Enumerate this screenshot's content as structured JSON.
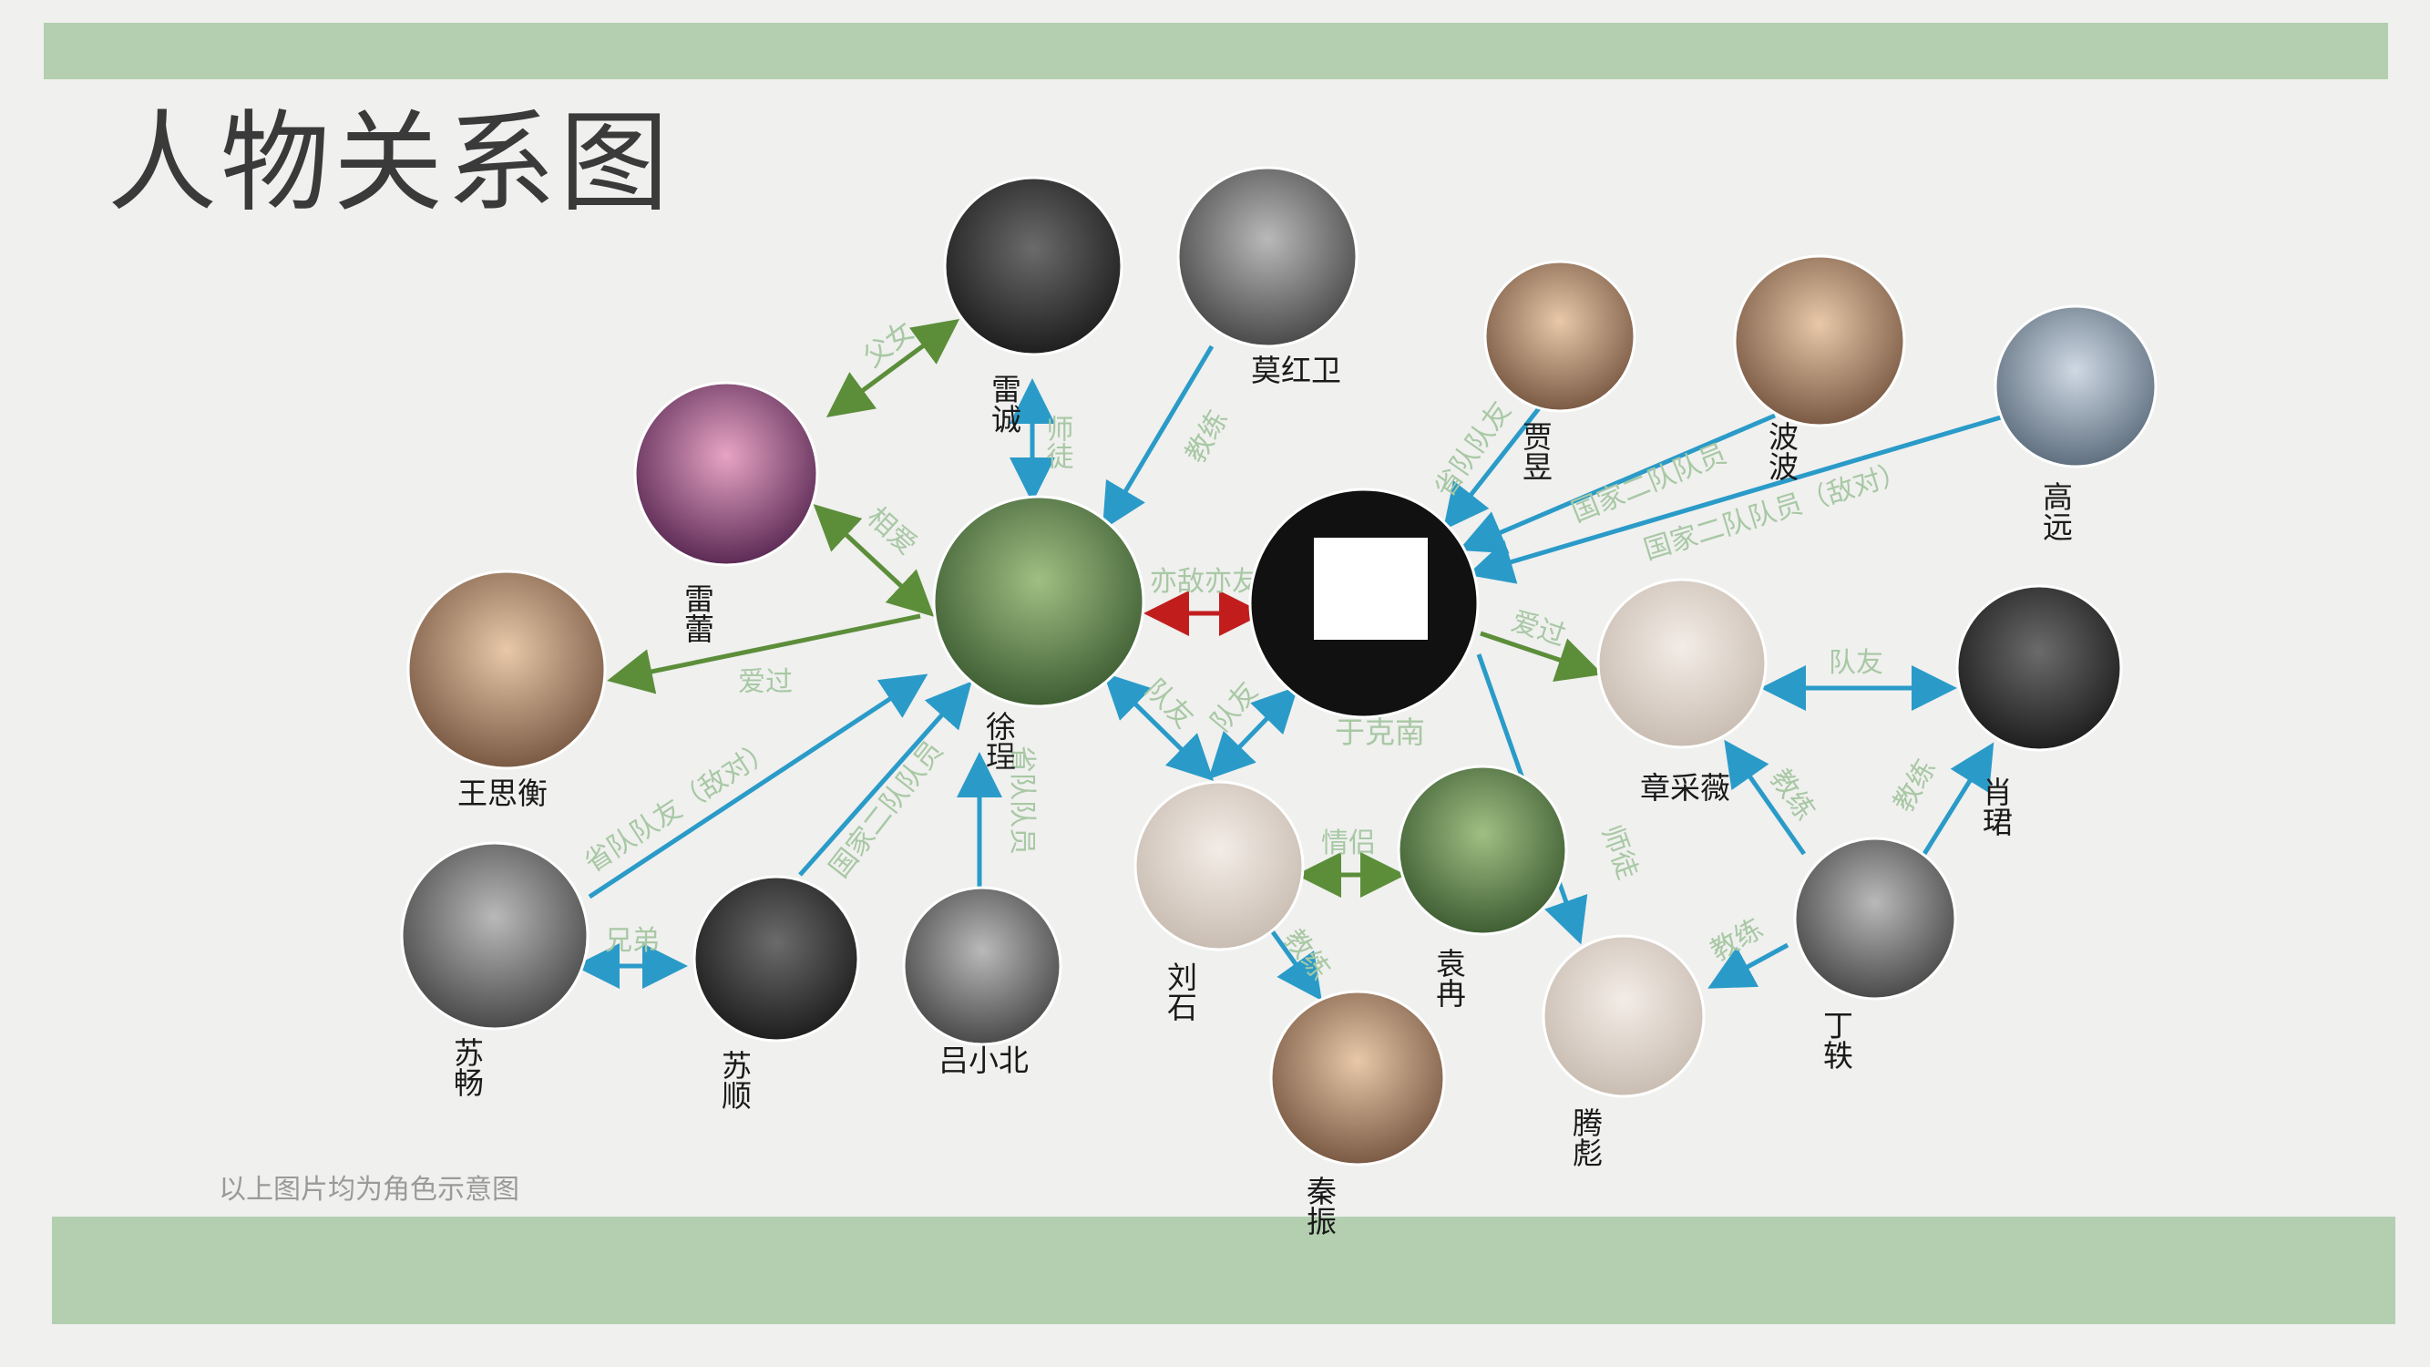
{
  "title": "人物关系图",
  "footnote": "以上图片均为角色示意图",
  "colors": {
    "band": "#b3cfb0",
    "blue_link": "#2a9bc8",
    "green_link": "#5c8e3a",
    "red_link": "#c21d1d",
    "relation_text": "#a8c8a4"
  },
  "characters": {
    "leicheng": "雷诚",
    "mohongwei": "莫红卫",
    "leilei": "雷蕾",
    "xuchen": "徐珵",
    "yukenan": "于克南",
    "jiayu": "贾昱",
    "bobo": "波波",
    "gaoyuan": "高远",
    "wangsiheng": "王思衡",
    "zhangcaiwei": "章采薇",
    "xiaojun": "肖珺",
    "suchang": "苏畅",
    "sushun": "苏顺",
    "lvxiaobei": "吕小北",
    "liushi": "刘石",
    "yuanran": "袁冉",
    "qinzhen": "秦振",
    "tengbiao": "腾彪",
    "dingyi": "丁轶"
  },
  "relations": {
    "fuqin_nv": "父女",
    "shitu_1": "师徒",
    "jiaolian_mo": "教练",
    "xiangai": "相爱",
    "aiguo_1": "爱过",
    "yidiyiyou": "亦敌亦友",
    "duiyou_1": "队友",
    "duiyou_2": "队友",
    "sheng_duiyou": "省队队友",
    "guojia2_1": "国家二队队员",
    "guojia2_diduim": "国家二队队员（敌对）",
    "aiguo_2": "爱过",
    "duiyou_3": "队友",
    "sheng_diduim": "省队队友（敌对）",
    "guojia2_2": "国家二队队员",
    "shengduiyuan": "省队队员",
    "xiongdi": "兄弟",
    "qinglv": "情侣",
    "jiaolian_qin": "教练",
    "shitu_2": "师徒",
    "jiaolian_cw": "教练",
    "jiaolian_xj": "教练",
    "jiaolian_tb": "教练"
  }
}
